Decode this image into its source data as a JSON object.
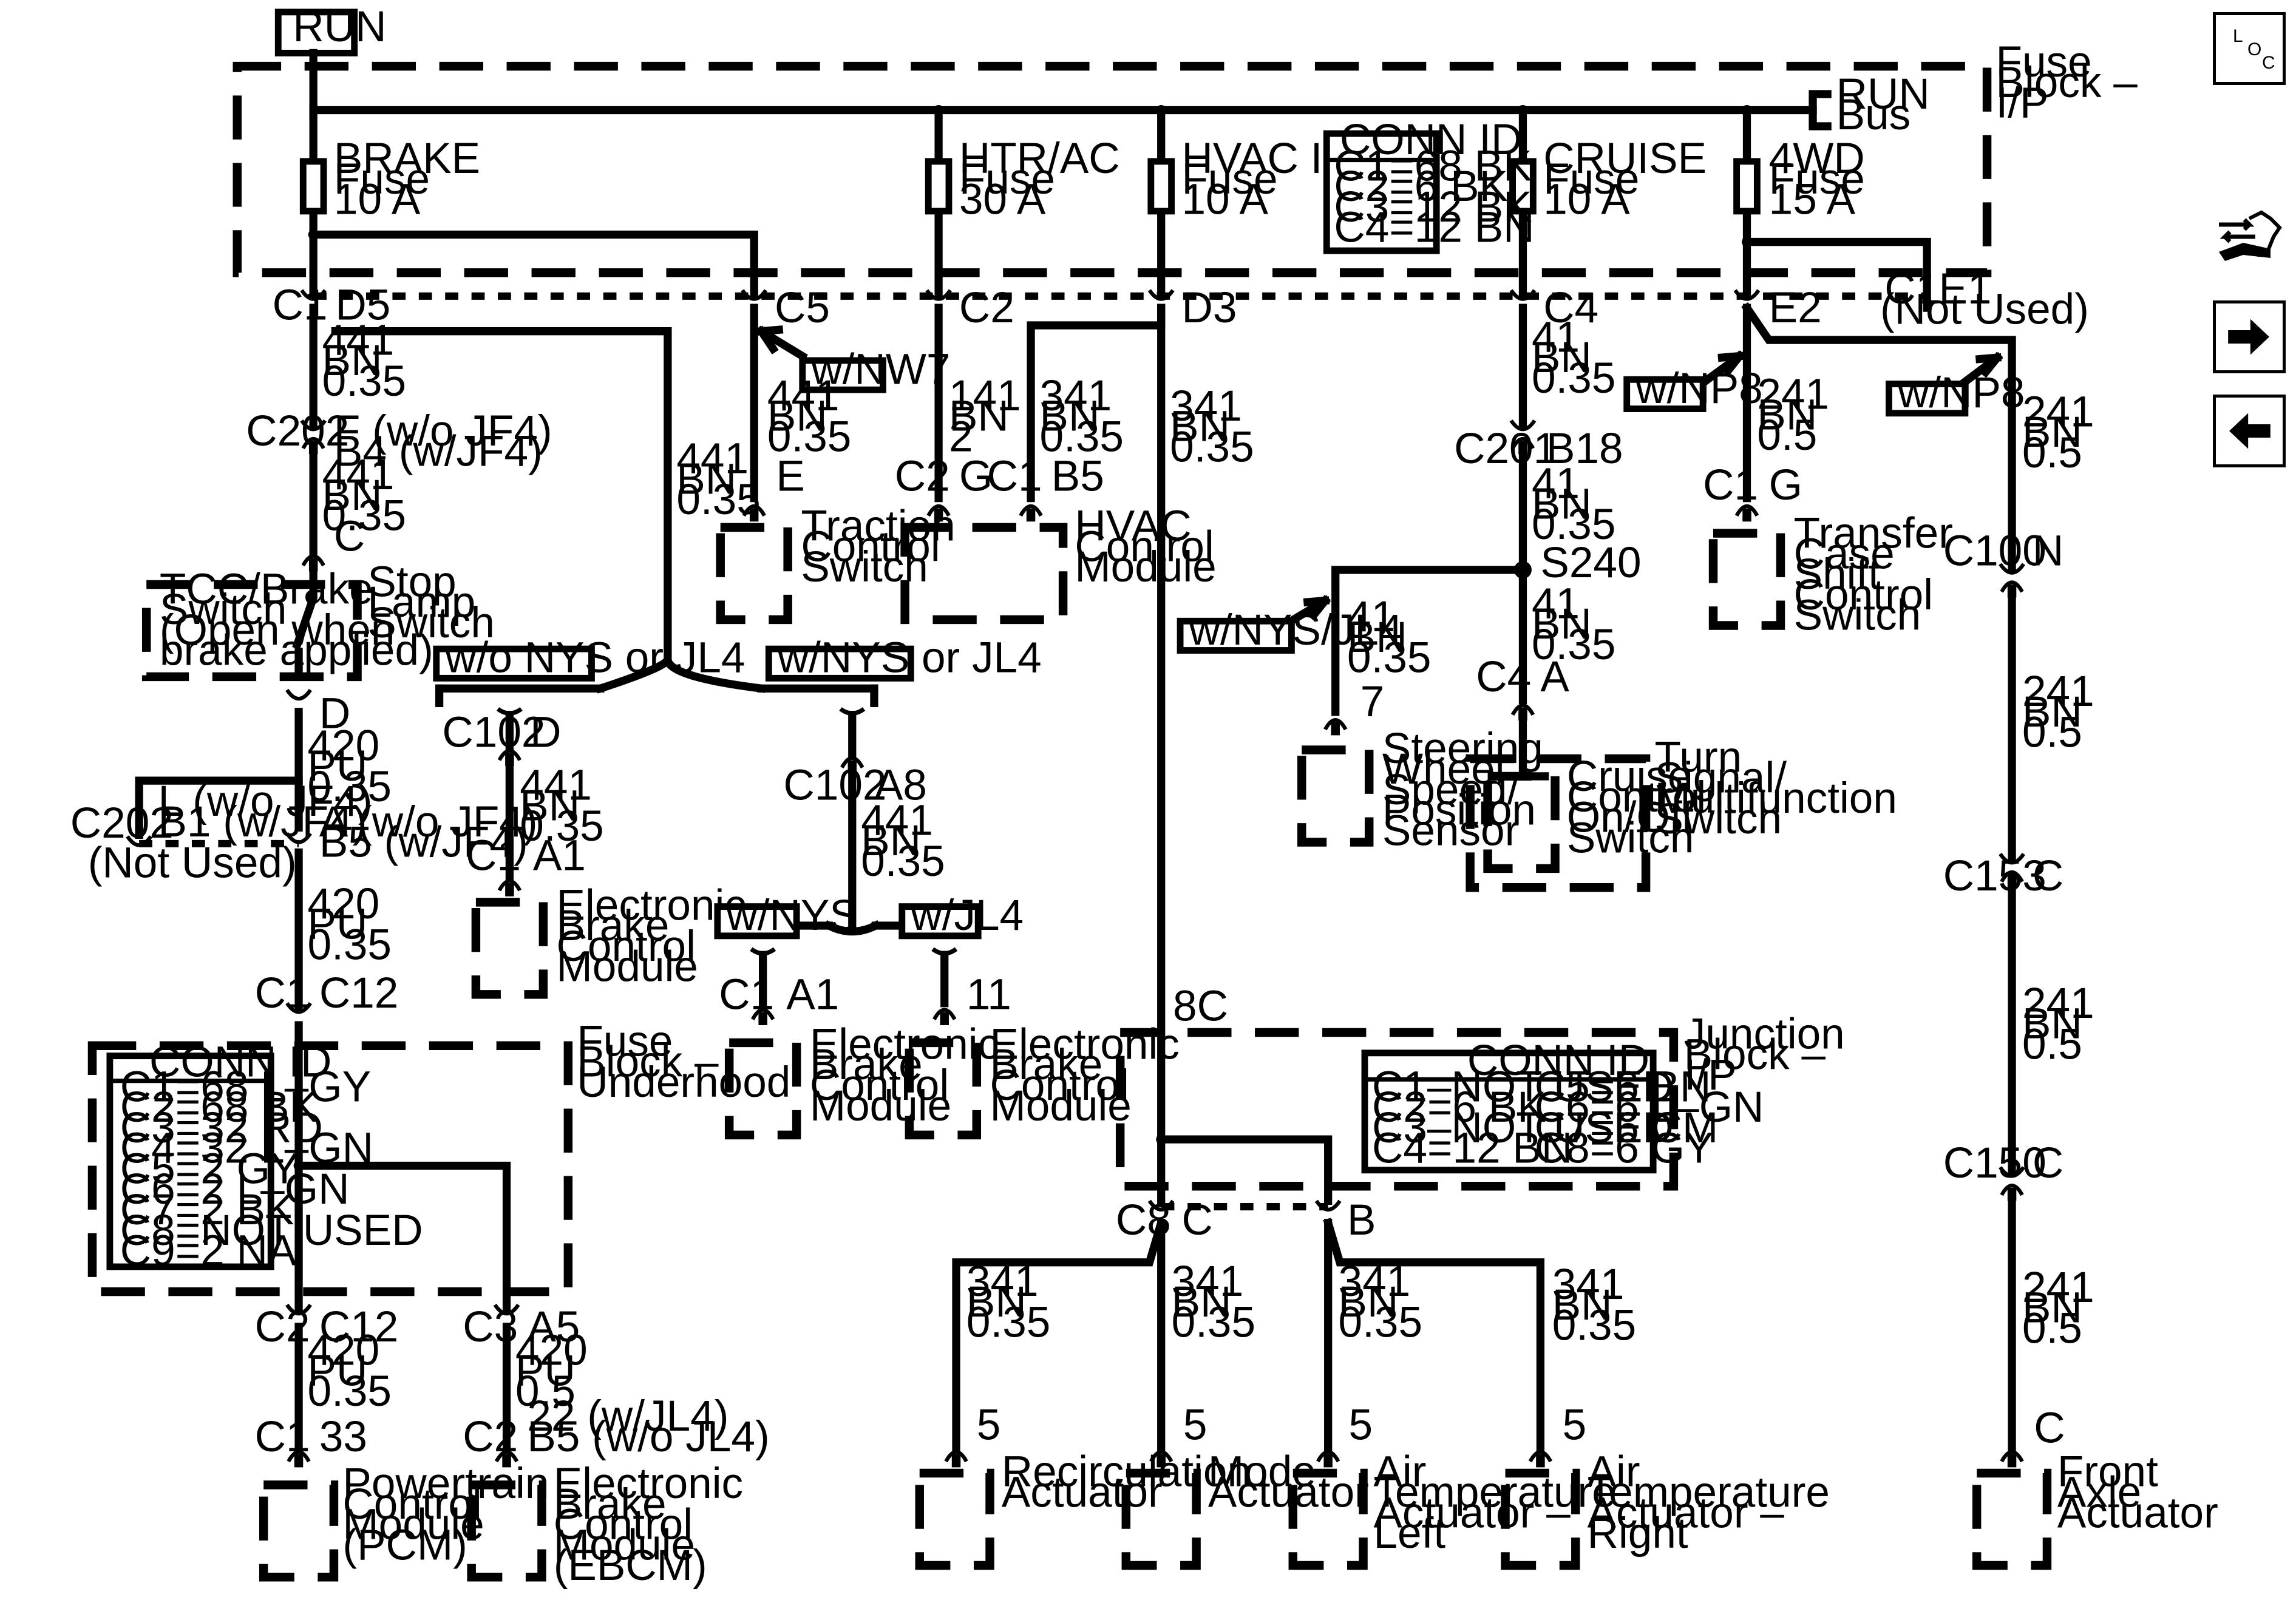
{
  "nav": {
    "loc": [
      "L",
      "O",
      "C"
    ],
    "icons": [
      "tools-icon",
      "arrow-right-icon",
      "arrow-left-icon"
    ]
  },
  "run_label": "RUN",
  "fuse_block_ip": [
    "Fuse",
    "Block –",
    "I/P"
  ],
  "run_bus": [
    "RUN",
    "Bus"
  ],
  "fuses": {
    "brake": [
      "BRAKE",
      "Fuse",
      "10 A"
    ],
    "htrac": [
      "HTR/AC",
      "Fuse",
      "30 A"
    ],
    "hvac": [
      "HVAC I",
      "Fuse",
      "10 A"
    ],
    "cruise": [
      "CRUISE",
      "Fuse",
      "10 A"
    ],
    "fwd": [
      "4WD",
      "Fuse",
      "15 A"
    ]
  },
  "conn_id_ip": {
    "title": "CONN ID",
    "rows": [
      "C1=68 BK",
      "C2=6 BK",
      "C3=12 BK",
      "C4=12 BN"
    ]
  },
  "conn_id_uh": {
    "title": "CONN ID",
    "rows": [
      "C1=68 L–GY",
      "C2=68 BK",
      "C3=32 RD",
      "C4=32 L–GN",
      "C5=2 GY",
      "C6=2 L–GN",
      "C7=2 BK",
      "C8=NOT USED",
      "C9=2 NA"
    ]
  },
  "conn_id_jb": {
    "title": "CONN ID",
    "rows": [
      "C1–NOT USED",
      "C2=6 BK",
      "C3–NOT USED",
      "C4=12 BN"
    ],
    "rows2": [
      "C5=6 BN",
      "C6=6 L–GN",
      "C7=6 CM",
      "C8=6 GY"
    ]
  },
  "options": {
    "nw7": "w/NW7",
    "np8a": "w/NP8",
    "np8b": "w/NP8",
    "nysjl4": "w/NYS/JL4",
    "wo_nys_jl4": "w/o NYS or JL4",
    "w_nys_jl4": "w/NYS or JL4",
    "nys": "w/NYS",
    "jl4": "w/JL4"
  },
  "text": {
    "c1": "C1",
    "d5": "D5",
    "c5": "C5",
    "c2": "C2",
    "d3": "D3",
    "c4": "C4",
    "e2": "E2",
    "c1e1": [
      "C1",
      "E1",
      "(Not Used)"
    ],
    "w441a": [
      "441",
      "BN",
      "0.35"
    ],
    "c202": "C202",
    "c202fb": [
      "F (w/o JF4)",
      "B4 (w/JF4)"
    ],
    "w441b": [
      "441",
      "BN",
      "0.35"
    ],
    "c_stop": "C",
    "stop_lamp": [
      "Stop",
      "Lamp",
      "Switch"
    ],
    "tcc": [
      "TCC/Brake",
      "Switch",
      "(Open when",
      "brake applied)"
    ],
    "d_stop": "D",
    "w420a": [
      "420",
      "PU",
      "0.35"
    ],
    "c202nu": [
      "C202",
      "(Not Used)"
    ],
    "lb1": [
      "L (w/o JF4)",
      "B1 (w/JF4)"
    ],
    "ab5": [
      "A (w/o JF4)",
      "B5 (w/JF4)"
    ],
    "w420b": [
      "420",
      "PU",
      "0.35"
    ],
    "c1c12": [
      "C1",
      "C12"
    ],
    "fuse_block_uh": [
      "Fuse",
      "Block –",
      "Underhood"
    ],
    "c2c12": [
      "C2",
      "C12"
    ],
    "c3a5": [
      "C3",
      "A5"
    ],
    "w420c": [
      "420",
      "PU",
      "0.35"
    ],
    "w420d": [
      "420",
      "PU",
      "0.5"
    ],
    "pcm_pin": [
      "C1",
      "33"
    ],
    "ebcm_pin": [
      "C2",
      "22 (w/JL4)",
      "B5 (w/o JL4)"
    ],
    "pcm": [
      "Powertrain",
      "Control",
      "Module",
      "(PCM)"
    ],
    "ebcm": [
      "Electronic",
      "Brake",
      "Control",
      "Module",
      "(EBCM)"
    ],
    "w441c": [
      "441",
      "BN",
      "0.35"
    ],
    "w441d": [
      "441",
      "BN",
      "0.35"
    ],
    "traction_e": "E",
    "traction": [
      "Traction",
      "Control",
      "Switch"
    ],
    "w141": [
      "141",
      "BN",
      "2"
    ],
    "w341a": [
      "341",
      "BN",
      "0.35"
    ],
    "hvac_pins": [
      "C2",
      "G",
      "C1",
      "B5"
    ],
    "hvac_mod": [
      "HVAC",
      "Control",
      "Module"
    ],
    "w341b": [
      "341",
      "BN",
      "0.35"
    ],
    "c102d": [
      "C102",
      "D"
    ],
    "w441e": [
      "441",
      "BN",
      "0.35"
    ],
    "ebcm_a1": [
      "C1",
      "A1"
    ],
    "ebcm1": [
      "Electronic",
      "Brake",
      "Control",
      "Module"
    ],
    "c102a8": [
      "C102",
      "A8"
    ],
    "w441f": [
      "441",
      "BN",
      "0.35"
    ],
    "ebcm2_pin": [
      "C1",
      "A1"
    ],
    "ebcm3_pin": "11",
    "ebcm2": [
      "Electronic",
      "Brake",
      "Control",
      "Module"
    ],
    "ebcm3": [
      "Electronic",
      "Brake",
      "Control",
      "Module"
    ],
    "w41a": [
      "41",
      "BN",
      "0.35"
    ],
    "c201b18": [
      "C201",
      "B18"
    ],
    "w41b": [
      "41",
      "BN",
      "0.35"
    ],
    "s240": "S240",
    "w41c": [
      "41",
      "BN",
      "0.35"
    ],
    "w41d": [
      "41",
      "BN",
      "0.35"
    ],
    "sw_pin": "7",
    "c4a": [
      "C4",
      "A"
    ],
    "steering": [
      "Steering",
      "Wheel",
      "Speed/",
      "Position",
      "Sensor"
    ],
    "cruise_sw": [
      "Cruise",
      "Control",
      "On/Off",
      "Switch"
    ],
    "turn": [
      "Turn",
      "Signal/",
      "Multifunction",
      "Switch"
    ],
    "w241a": [
      "241",
      "BN",
      "0.5"
    ],
    "tc_pin": [
      "C1",
      "G"
    ],
    "transfer": [
      "Transfer",
      "Case",
      "Shift",
      "Control",
      "Switch"
    ],
    "w241b": [
      "241",
      "BN",
      "0.5"
    ],
    "c100n": [
      "C100",
      "N"
    ],
    "w241c": [
      "241",
      "BN",
      "0.5"
    ],
    "c153c": [
      "C153",
      "C"
    ],
    "w241d": [
      "241",
      "BN",
      "0.5"
    ],
    "c150c": [
      "C150",
      "C"
    ],
    "w241e": [
      "241",
      "BN",
      "0.5"
    ],
    "fa_pin": "C",
    "front_axle": [
      "Front",
      "Axle",
      "Actuator"
    ],
    "c8c": "8C",
    "junction": [
      "Junction",
      "Block –",
      "I/P"
    ],
    "c8": "C8",
    "jb_c": "C",
    "jb_b": "B",
    "w341c": [
      "341",
      "BN",
      "0.35"
    ],
    "w341d": [
      "341",
      "BN",
      "0.35"
    ],
    "w341e": [
      "341",
      "BN",
      "0.35"
    ],
    "w341f": [
      "341",
      "BN",
      "0.35"
    ],
    "act_pin": "5",
    "recirc": [
      "Recirculation",
      "Actuator"
    ],
    "mode": [
      "Mode",
      "Actuator"
    ],
    "air_left": [
      "Air",
      "Temperature",
      "Actuator –",
      "Left"
    ],
    "air_right": [
      "Air",
      "Temperature",
      "Actuator –",
      "Right"
    ]
  }
}
